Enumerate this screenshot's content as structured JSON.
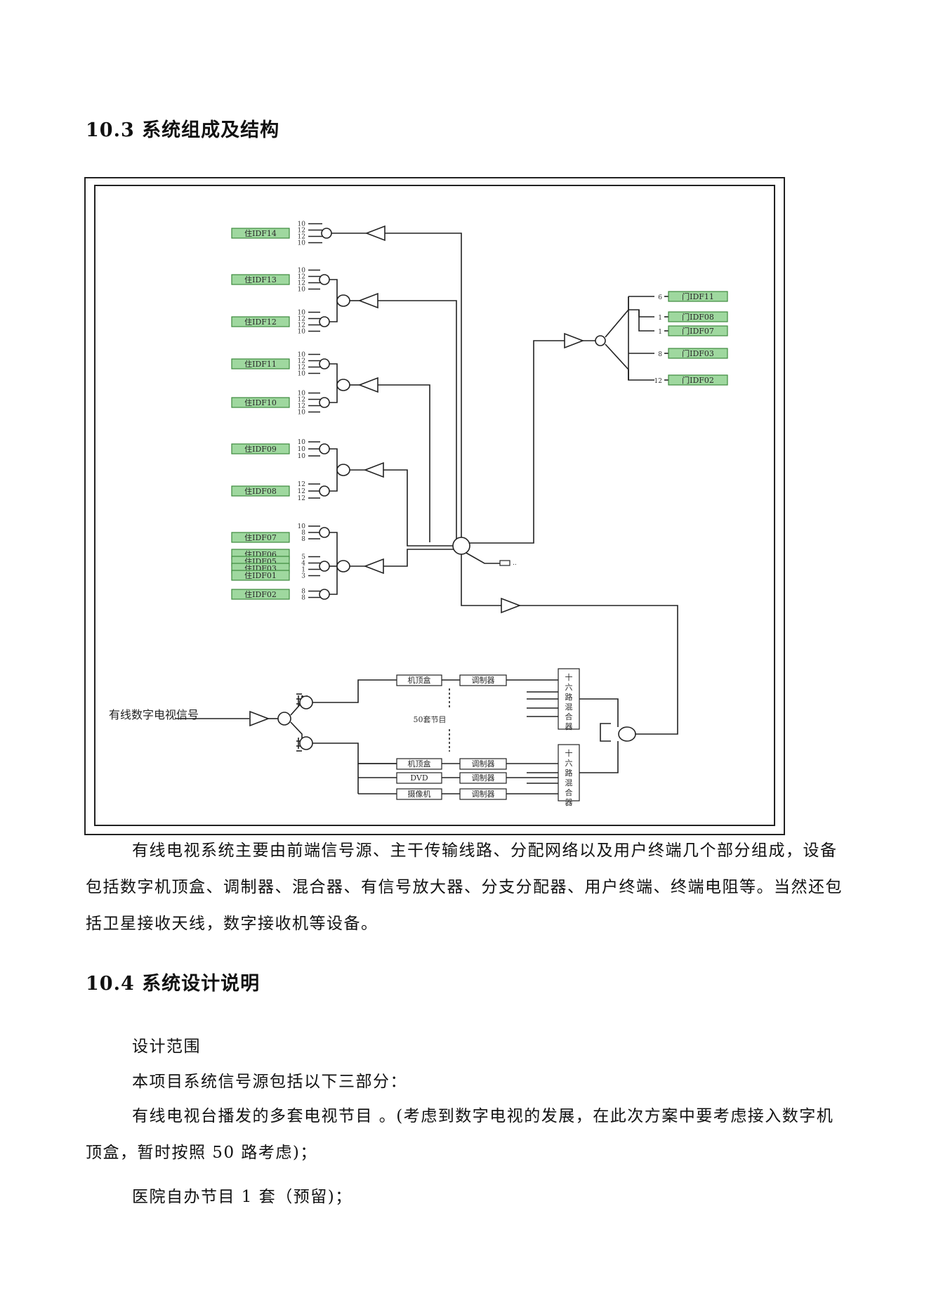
{
  "section_1": {
    "heading": "10.3 系统组成及结构"
  },
  "diagram": {
    "input_label": "有线数字电视信号",
    "center_label": "50套节目",
    "headend_rows": [
      {
        "source": "机顶盒",
        "device": "调制器"
      },
      {
        "source": "机顶盒",
        "device": "调制器"
      },
      {
        "source": "DVD",
        "device": "调制器"
      },
      {
        "source": "摄像机",
        "device": "调制器"
      }
    ],
    "mixer_label": "十六路混合器",
    "left_groups": [
      {
        "labels": [
          "住IDF14"
        ],
        "nums": [
          "10",
          "12",
          "12",
          "10"
        ]
      },
      {
        "labels": [
          "住IDF13",
          "住IDF12"
        ],
        "nums_top": [
          "10",
          "12",
          "12",
          "10"
        ],
        "nums_bottom": [
          "10",
          "12",
          "12",
          "10"
        ]
      },
      {
        "labels": [
          "住IDF11",
          "住IDF10"
        ],
        "nums_top": [
          "10",
          "12",
          "12",
          "10"
        ],
        "nums_bottom": [
          "10",
          "12",
          "12",
          "10"
        ]
      },
      {
        "labels": [
          "住IDF09",
          "住IDF08"
        ],
        "nums_top": [
          "10",
          "10",
          "10"
        ],
        "nums_bottom": [
          "12",
          "12",
          "12"
        ]
      },
      {
        "labels": [
          "住IDF07",
          "住IDF06",
          "住IDF05",
          "住IDF03",
          "住IDF01",
          "住IDF02"
        ],
        "nums": [
          "10",
          "8",
          "8",
          "5",
          "4",
          "1",
          "3",
          "8",
          "8"
        ]
      }
    ],
    "right_group": [
      {
        "num": "6",
        "label": "门IDF11"
      },
      {
        "num": "1",
        "label": "门IDF08"
      },
      {
        "num": "1",
        "label": "门IDF07"
      },
      {
        "num": "8",
        "label": "门IDF03"
      },
      {
        "num": "12",
        "label": "门IDF02"
      }
    ]
  },
  "para_1": "有线电视系统主要由前端信号源、主干传输线路、分配网络以及用户终端几个部分组成，设备包括数字机顶盒、调制器、混合器、有信号放大器、分支分配器、用户终端、终端电阻等。当然还包括卫星接收天线，数字接收机等设备。",
  "section_2": {
    "heading": "10.4  系统设计说明"
  },
  "lines": {
    "scope": "设计范围",
    "sources_intro": "本项目系统信号源包括以下三部分：",
    "item_1": "有线电视台播发的多套电视节目 。(考虑到数字电视的发展，在此次方案中要考虑接入数字机顶盒，暂时按照 50 路考虑)；",
    "item_2": "医院自办节目 1 套（预留)；"
  },
  "colors": {
    "idf_box_fill": "#9fd89f",
    "idf_box_stroke": "#3e8a3e",
    "line": "#222222"
  }
}
